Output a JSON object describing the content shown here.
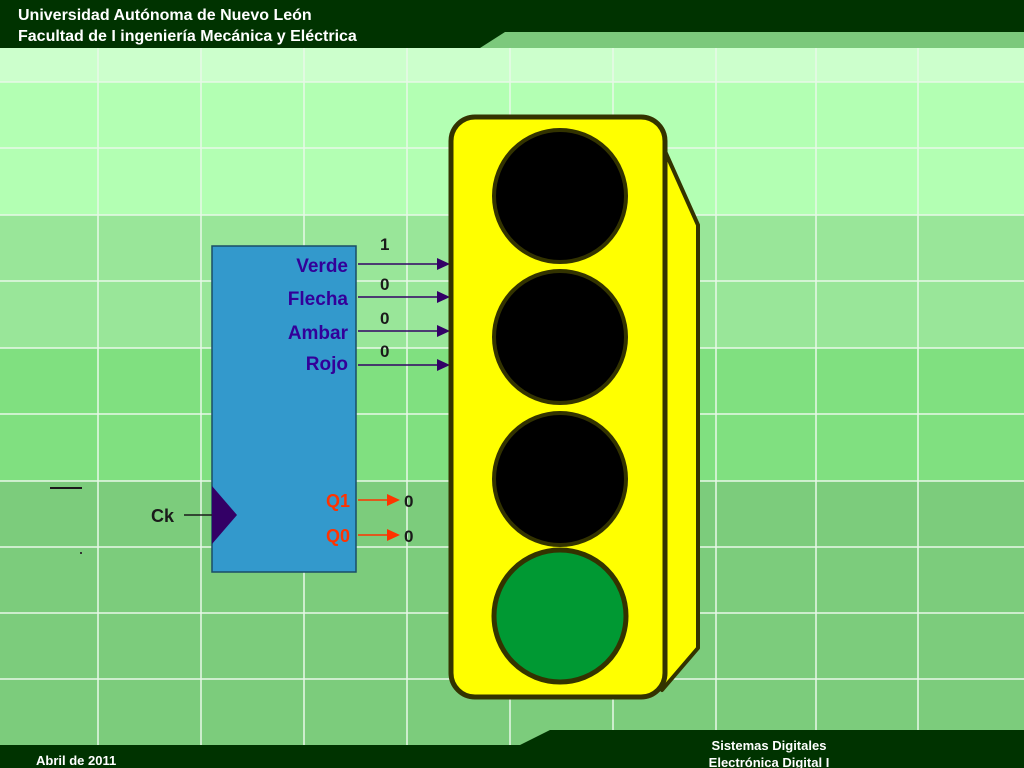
{
  "header": {
    "line1": "Universidad Autónoma de Nuevo León",
    "line2": "Facultad de I ingeniería Mecánica y Eléctrica"
  },
  "footer": {
    "date": "Abril de 2011",
    "course_line1": "Sistemas Digitales",
    "course_line2": "Electrónica Digital I"
  },
  "diagram": {
    "outputs": [
      {
        "label": "Verde",
        "value": "1"
      },
      {
        "label": "Flecha",
        "value": "0"
      },
      {
        "label": "Ambar",
        "value": "0"
      },
      {
        "label": "Rojo",
        "value": "0"
      }
    ],
    "states": [
      {
        "label": "Q1",
        "value": "0"
      },
      {
        "label": "Q0",
        "value": "0"
      }
    ],
    "clock_label": "Ck"
  },
  "traffic_light": {
    "lamps": [
      "off",
      "off",
      "off",
      "on"
    ]
  },
  "colors": {
    "header_bg": "#003300",
    "block": "#3399cc",
    "label_text": "#330099",
    "state_text": "#ff3300",
    "light_body": "#ffff00",
    "lamp_off": "#000000",
    "lamp_on": "#009933"
  }
}
